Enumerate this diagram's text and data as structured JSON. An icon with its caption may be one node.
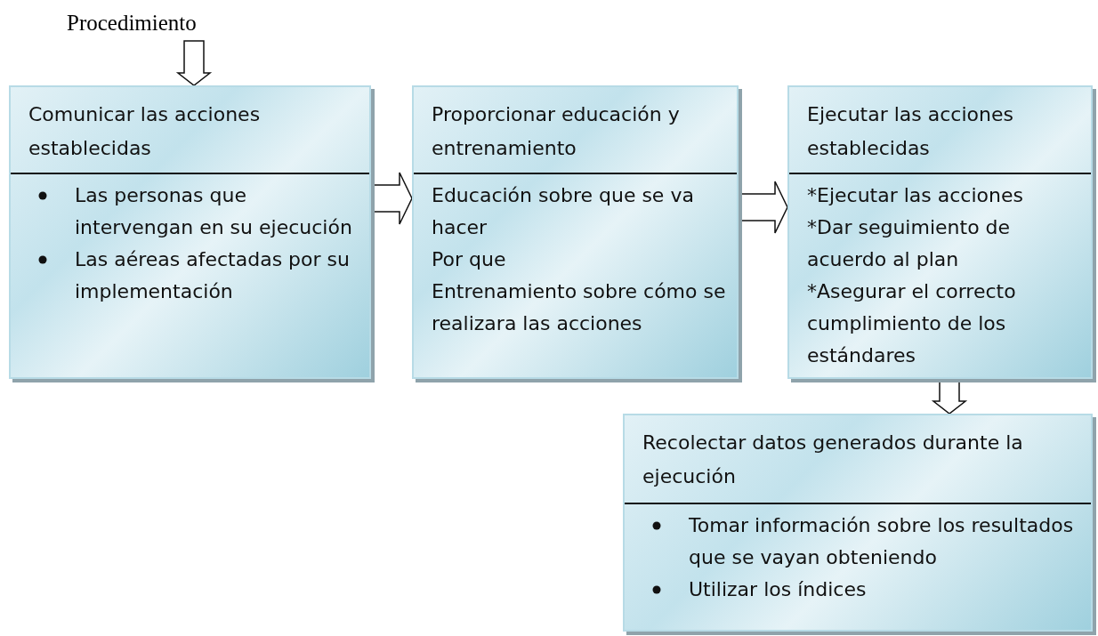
{
  "diagram": {
    "nodes": [
      {
        "text": [
          "Procedimiento"
        ]
      },
      {
        "text": [
          "Comunicar las acciones establecidas",
          "Las personas que intervengan en su ejecución",
          "Las aéreas afectadas por su implementación"
        ]
      },
      {
        "text": [
          "Proporcionar educación y entrenamiento",
          "Educación sobre que se va hacer",
          "Por que",
          "Entrenamiento sobre cómo se realizara las acciones"
        ]
      },
      {
        "text": [
          "Ejecutar las acciones establecidas",
          "*Ejecutar las acciones",
          "*Dar seguimiento de acuerdo al plan",
          "*Asegurar el correcto cumplimiento de los estándares"
        ]
      },
      {
        "text": [
          "Recolectar datos generados durante la ejecución",
          "Tomar información sobre los resultados que se vayan obteniendo",
          "Utilizar los índices"
        ]
      }
    ],
    "edges": [
      {
        "from": 0,
        "to": 1,
        "arrow": "to"
      },
      {
        "from": 1,
        "to": 2,
        "arrow": "to"
      },
      {
        "from": 2,
        "to": 3,
        "arrow": "to"
      },
      {
        "from": 3,
        "to": 4,
        "arrow": "to"
      }
    ]
  }
}
